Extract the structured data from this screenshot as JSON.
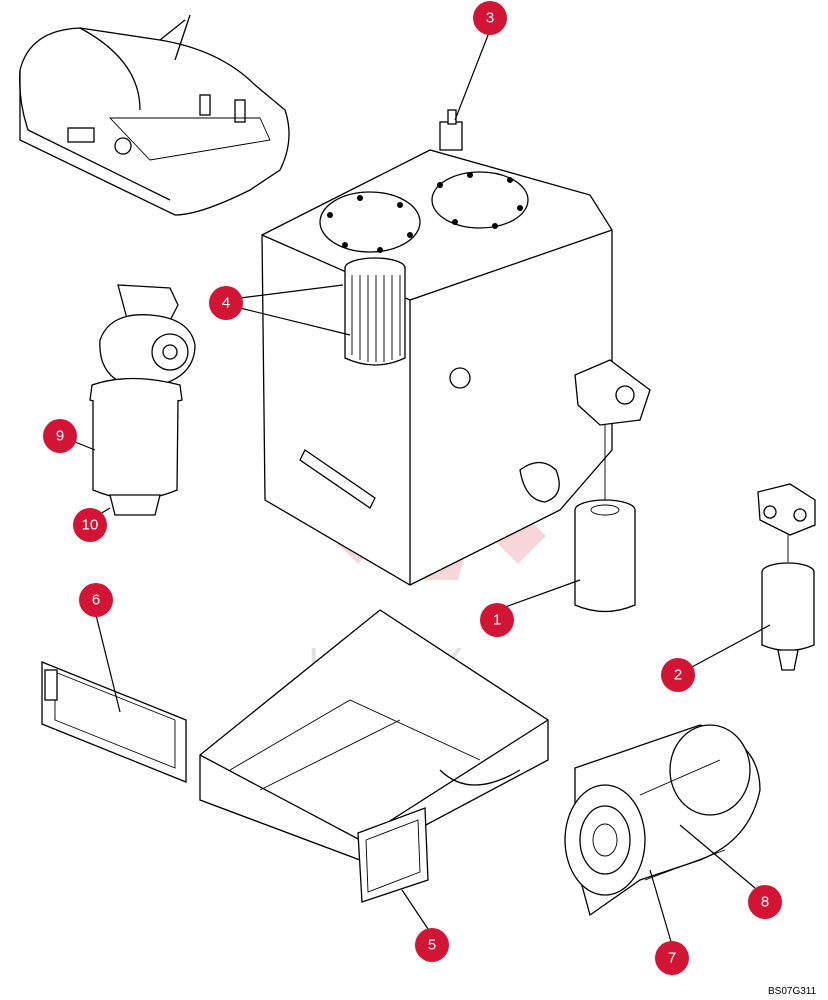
{
  "watermark": {
    "text": "ИНТЕХ",
    "color": "#f3c6cc"
  },
  "callout_color": "#d21535",
  "figure_code": "BS07G311",
  "callouts": [
    {
      "label": "1"
    },
    {
      "label": "2"
    },
    {
      "label": "3"
    },
    {
      "label": "4"
    },
    {
      "label": "5"
    },
    {
      "label": "6"
    },
    {
      "label": "7"
    },
    {
      "label": "8"
    },
    {
      "label": "9"
    },
    {
      "label": "10"
    }
  ]
}
